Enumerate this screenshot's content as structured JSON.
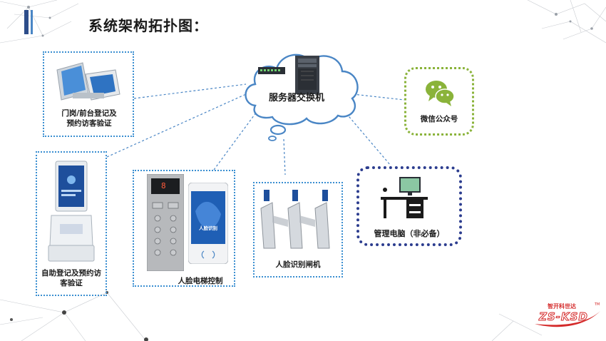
{
  "title": "系统架构拓扑图：",
  "nodes": {
    "server": "服务器交换机",
    "reception": "门岗/前台登记及\n预约访客验证",
    "self_service": "自助登记及预约访\n客验证",
    "elevator": "人脸电梯控制",
    "gate": "人脸识别闸机",
    "pc": "管理电脑（非必备）",
    "wechat": "微信公众号"
  },
  "device_text": {
    "terminal_brand": "人脸识别",
    "elevator_display": "8"
  },
  "logo": {
    "top": "智开科世达",
    "main": "ZS-KSD",
    "mark": "TM"
  },
  "colors": {
    "accent_blue": "#3b8fd1",
    "dashed_line": "#4a86c5",
    "wechat_green": "#8ab33a",
    "pc_border": "#2c3d8f",
    "logo_red": "#d42a2a"
  }
}
